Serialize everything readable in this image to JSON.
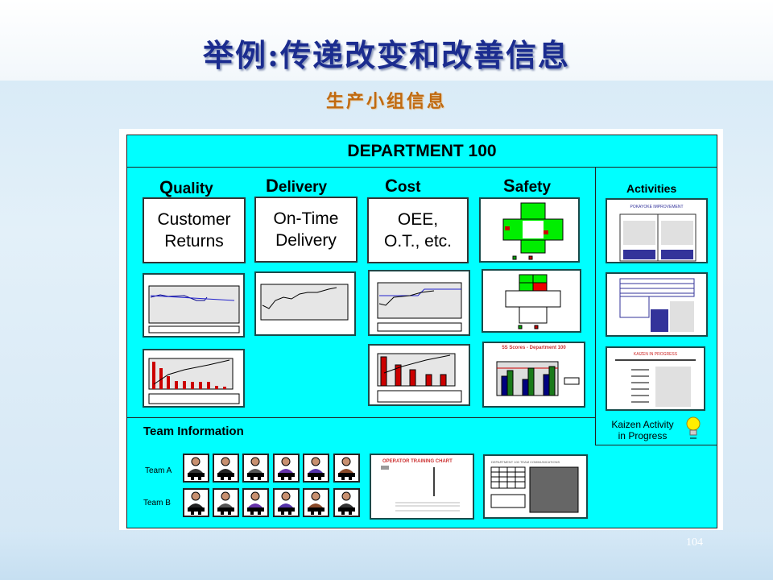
{
  "slide": {
    "title": "举例:传递改变和改善信息",
    "subtitle": "生产小组信息",
    "page_number": "104"
  },
  "board": {
    "header": "DEPARTMENT 100",
    "categories": [
      {
        "initial": "Q",
        "rest": "uality",
        "box_text": [
          "Customer",
          "Returns"
        ]
      },
      {
        "initial": "D",
        "rest": "elivery",
        "box_text": [
          "On-Time",
          "Delivery"
        ]
      },
      {
        "initial": "C",
        "rest": "ost",
        "box_text": [
          "OEE,",
          "O.T., etc."
        ]
      },
      {
        "initial": "S",
        "rest": "afety"
      }
    ],
    "safety_charts": {
      "five_s_title": "5S Scores - Department 100"
    },
    "activities": {
      "title": "Activities",
      "pokayoke_title": "POKAYOKE IMPROVEMENT",
      "kaizen_title": "KAIZEN IN PROGRESS",
      "kaizen_activity": [
        "Kaizen Activity",
        "in Progress"
      ],
      "lightbulb_icon": "lightbulb-icon"
    },
    "team": {
      "title": "Team Information",
      "team_a": "Team A",
      "team_b": "Team B",
      "training_chart_title": "OPERATOR TRAINING CHART",
      "communications_title": "DEPARTMENT 100 TEAM COMMUNICATIONS"
    },
    "colors": {
      "panel": "#00ffff",
      "bar_red": "#cc0000",
      "bar_navy": "#000080",
      "bar_green": "#1a7a1a",
      "safe_green": "#00ee00",
      "title_blue": "#1b2c8f"
    }
  }
}
